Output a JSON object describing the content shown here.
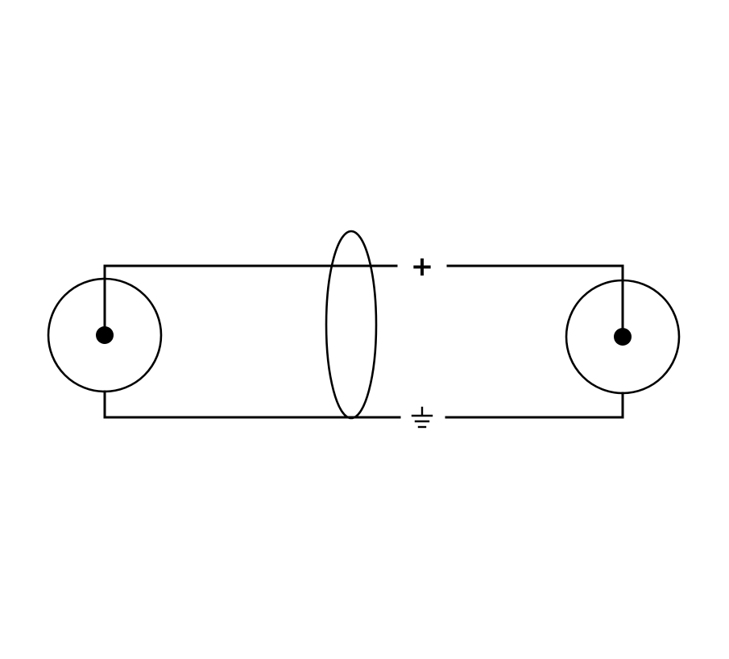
{
  "diagram": {
    "type": "coaxial-cable-wiring",
    "connectors": [
      {
        "side": "left",
        "shape": "circular-connector",
        "pin": "center-pin"
      },
      {
        "side": "right",
        "shape": "circular-connector",
        "pin": "center-pin"
      }
    ],
    "conductors": {
      "signal_symbol": "+",
      "ground_symbol": "ground-icon"
    },
    "shield": "ellipse",
    "line_color": "#000000",
    "background_color": "#ffffff"
  }
}
